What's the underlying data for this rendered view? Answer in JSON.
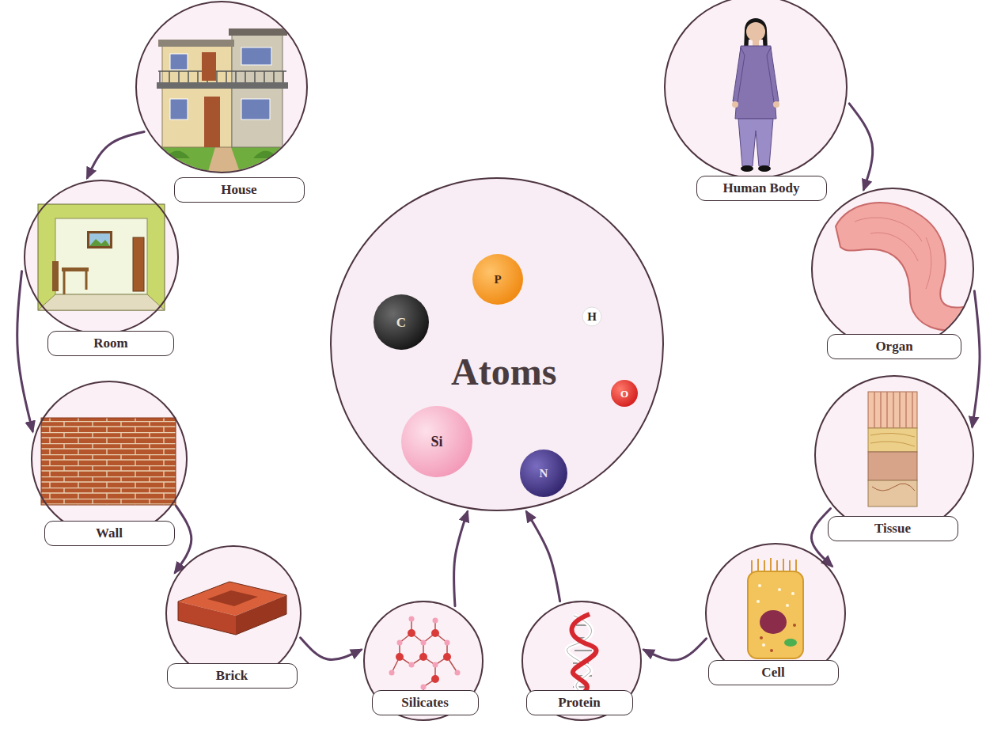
{
  "diagram": {
    "nodes": [
      {
        "text": [
          "House"
        ]
      },
      {
        "text": [
          "Room"
        ]
      },
      {
        "text": [
          "Wall"
        ]
      },
      {
        "text": [
          "Brick"
        ]
      },
      {
        "text": [
          "Silicates"
        ]
      },
      {
        "text": [
          "Protein"
        ]
      },
      {
        "text": [
          "Cell"
        ]
      },
      {
        "text": [
          "Tissue"
        ]
      },
      {
        "text": [
          "Organ"
        ]
      },
      {
        "text": [
          "Human Body"
        ]
      },
      {
        "text": [
          "Atoms"
        ]
      },
      {
        "text": [
          "C"
        ],
        "in": 10
      },
      {
        "text": [
          "P"
        ],
        "in": 10
      },
      {
        "text": [
          "H"
        ],
        "in": 10
      },
      {
        "text": [
          "O"
        ],
        "in": 10
      },
      {
        "text": [
          "Si"
        ],
        "in": 10
      },
      {
        "text": [
          "N"
        ],
        "in": 10
      }
    ],
    "edges": [
      {
        "from": 0,
        "to": 1,
        "arrow": "to"
      },
      {
        "from": 1,
        "to": 2,
        "arrow": "to"
      },
      {
        "from": 2,
        "to": 3,
        "arrow": "to"
      },
      {
        "from": 3,
        "to": 4,
        "arrow": "to"
      },
      {
        "from": 4,
        "to": 10,
        "arrow": "to"
      },
      {
        "from": 5,
        "to": 10,
        "arrow": "to"
      },
      {
        "from": 6,
        "to": 5,
        "arrow": "to"
      },
      {
        "from": 7,
        "to": 6,
        "arrow": "to"
      },
      {
        "from": 8,
        "to": 7,
        "arrow": "to"
      },
      {
        "from": 9,
        "to": 8,
        "arrow": "to"
      }
    ]
  }
}
